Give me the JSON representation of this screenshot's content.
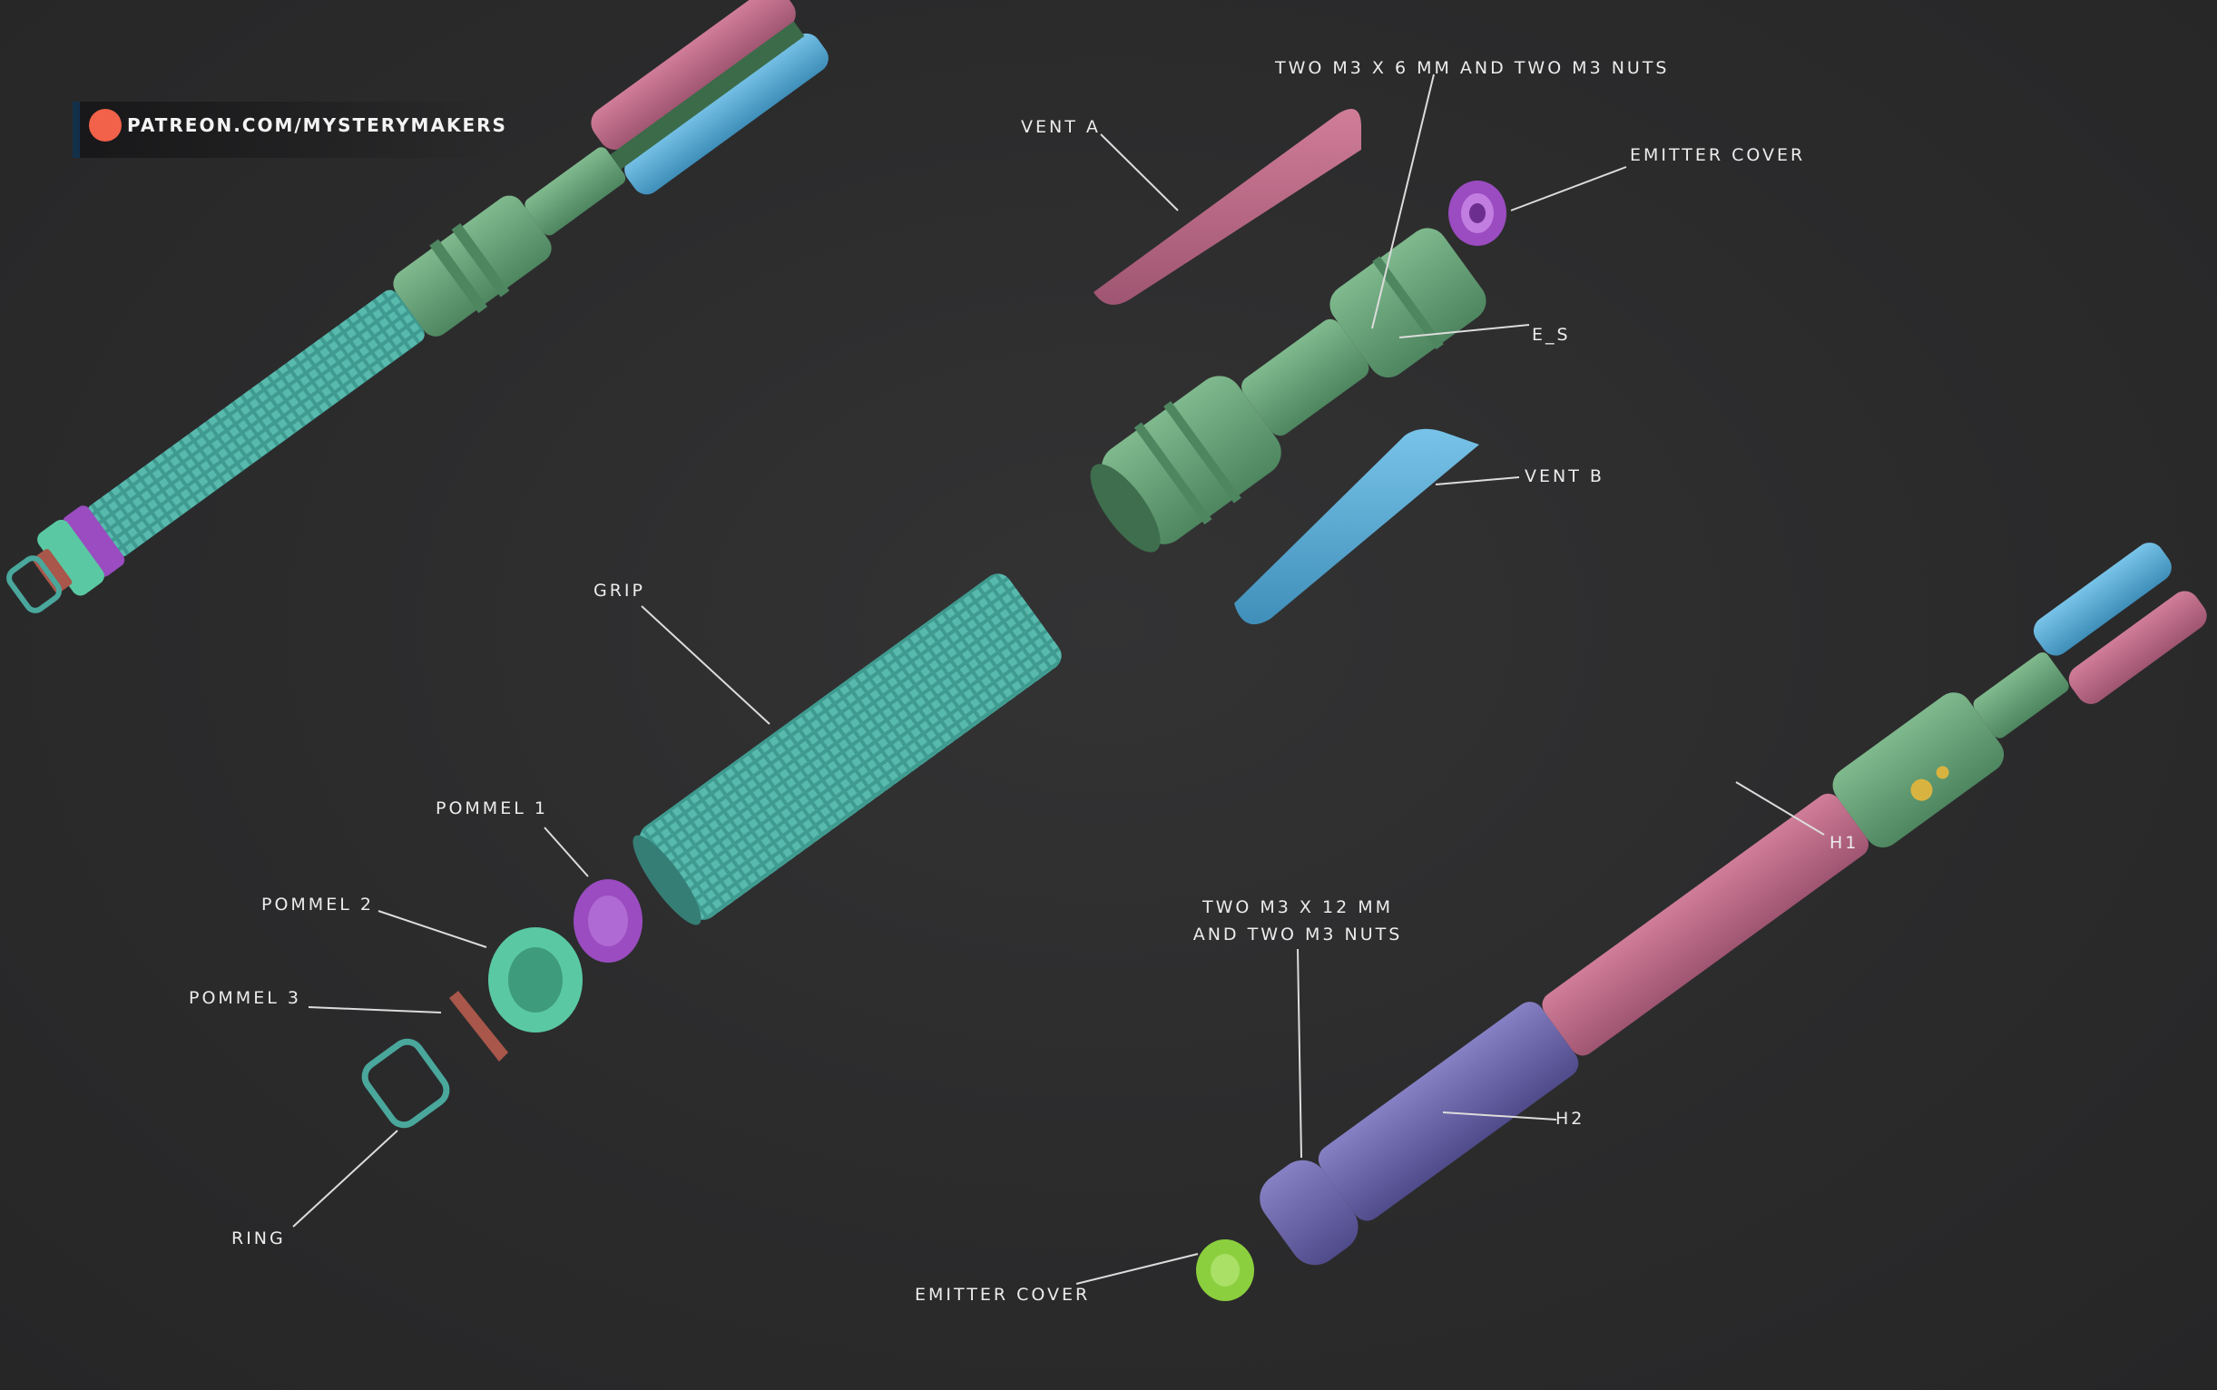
{
  "brand": {
    "url_text": "patreon.com/mysterymakers",
    "dot_color": "#f26149"
  },
  "labels": {
    "vent_a": "Vent A",
    "screws_top": "two M3 x 6 mm and two M3 nuts",
    "emitter_cover_top": "emitter cover",
    "e_s": "E_S",
    "vent_b": "Vent B",
    "grip": "grip",
    "pommel_1": "pommel 1",
    "pommel_2": "pommel 2",
    "pommel_3": "pommel 3",
    "ring": "ring",
    "h1": "H1",
    "h2": "H2",
    "screws_bottom_line1": "two M3 x 12 mm",
    "screws_bottom_line2": "and two M3 nuts",
    "emitter_cover_bottom": "emitter cover"
  },
  "colors": {
    "pink": "#c06a86",
    "blue": "#5aaad3",
    "green": "#5f9a6e",
    "teal": "#4aa79c",
    "purple": "#9a4cc0",
    "mint": "#5ac9a3",
    "brown": "#a8574a",
    "lavender": "#6b66a8",
    "lime": "#8bcf3e"
  }
}
